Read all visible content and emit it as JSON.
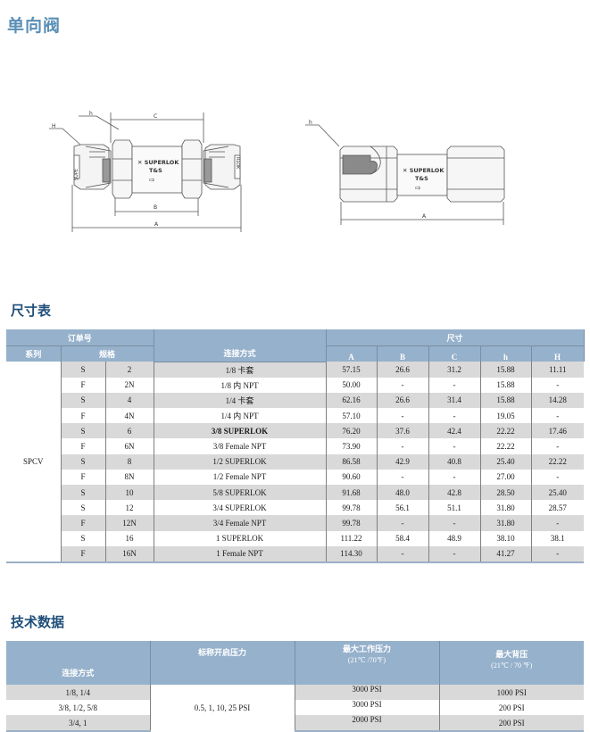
{
  "page_title": "单向阀",
  "drawings": {
    "compression_end": {
      "brand": "SUPERLOK",
      "brand_mark": "T&S",
      "labels": {
        "A": "A",
        "B": "B",
        "C": "C",
        "h": "h",
        "H": "H"
      },
      "side_left": "SUPE",
      "side_right": "RLOK"
    },
    "female_npt_end": {
      "brand": "SUPERLOK",
      "brand_mark": "T&S",
      "labels": {
        "A": "A",
        "h": "h"
      }
    }
  },
  "dimension_table": {
    "section_title": "尺寸表",
    "headers": {
      "order_no": "订单号",
      "series": "系列",
      "spec": "规格",
      "connection": "连接方式",
      "dimensions": "尺寸",
      "cols": [
        "A",
        "B",
        "C",
        "h",
        "H"
      ]
    },
    "series_value": "SPCV",
    "rows": [
      {
        "type": "S",
        "spec": "2",
        "connection": "1/8 卡套",
        "A": "57.15",
        "B": "26.6",
        "C": "31.2",
        "h": "15.88",
        "H": "11.11"
      },
      {
        "type": "F",
        "spec": "2N",
        "connection": "1/8 内 NPT",
        "A": "50.00",
        "B": "-",
        "C": "-",
        "h": "15.88",
        "H": "-"
      },
      {
        "type": "S",
        "spec": "4",
        "connection": "1/4 卡套",
        "A": "62.16",
        "B": "26.6",
        "C": "31.4",
        "h": "15.88",
        "H": "14.28"
      },
      {
        "type": "F",
        "spec": "4N",
        "connection": "1/4 内 NPT",
        "A": "57.10",
        "B": "-",
        "C": "-",
        "h": "19.05",
        "H": "-"
      },
      {
        "type": "S",
        "spec": "6",
        "connection": "3/8 SUPERLOK",
        "A": "76.20",
        "B": "37.6",
        "C": "42.4",
        "h": "22.22",
        "H": "17.46"
      },
      {
        "type": "F",
        "spec": "6N",
        "connection": "3/8 Female NPT",
        "A": "73.90",
        "B": "-",
        "C": "-",
        "h": "22.22",
        "H": "-"
      },
      {
        "type": "S",
        "spec": "8",
        "connection": "1/2 SUPERLOK",
        "A": "86.58",
        "B": "42.9",
        "C": "40.8",
        "h": "25.40",
        "H": "22.22"
      },
      {
        "type": "F",
        "spec": "8N",
        "connection": "1/2 Female NPT",
        "A": "90.60",
        "B": "-",
        "C": "-",
        "h": "27.00",
        "H": "-"
      },
      {
        "type": "S",
        "spec": "10",
        "connection": "5/8 SUPERLOK",
        "A": "91.68",
        "B": "48.0",
        "C": "42.8",
        "h": "28.50",
        "H": "25.40"
      },
      {
        "type": "S",
        "spec": "12",
        "connection": "3/4 SUPERLOK",
        "A": "99.78",
        "B": "56.1",
        "C": "51.1",
        "h": "31.80",
        "H": "28.57"
      },
      {
        "type": "F",
        "spec": "12N",
        "connection": "3/4 Female NPT",
        "A": "99.78",
        "B": "-",
        "C": "-",
        "h": "31.80",
        "H": "-"
      },
      {
        "type": "S",
        "spec": "16",
        "connection": "1 SUPERLOK",
        "A": "111.22",
        "B": "58.4",
        "C": "48.9",
        "h": "38.10",
        "H": "38.1"
      },
      {
        "type": "F",
        "spec": "16N",
        "connection": "1 Female NPT",
        "A": "114.30",
        "B": "-",
        "C": "-",
        "h": "41.27",
        "H": "-"
      }
    ]
  },
  "tech_table": {
    "section_title": "技术数据",
    "headers": {
      "connection": "连接方式",
      "cracking_pressure": "标称开启压力",
      "max_working_pressure": "最大工作压力",
      "max_working_pressure_sub": "(21℃ /70℉)",
      "max_back_pressure": "最大背压",
      "max_back_pressure_sub": "(21℃ / 70 ℉)"
    },
    "cracking_pressure_value": "0.5, 1, 10, 25 PSI",
    "rows": [
      {
        "connection": "1/8, 1/4",
        "max_working_pressure": "3000 PSI",
        "max_back_pressure": "1000 PSI"
      },
      {
        "connection": "3/8, 1/2, 5/8",
        "max_working_pressure": "3000 PSI",
        "max_back_pressure": "200 PSI"
      },
      {
        "connection": "3/4, 1",
        "max_working_pressure": "2000 PSI",
        "max_back_pressure": "200 PSI"
      }
    ]
  },
  "colors": {
    "title_blue": "#5a8fb5",
    "section_blue": "#1f4e79",
    "header_fill": "#96b1cb",
    "row_gray": "#d9d9d9"
  }
}
